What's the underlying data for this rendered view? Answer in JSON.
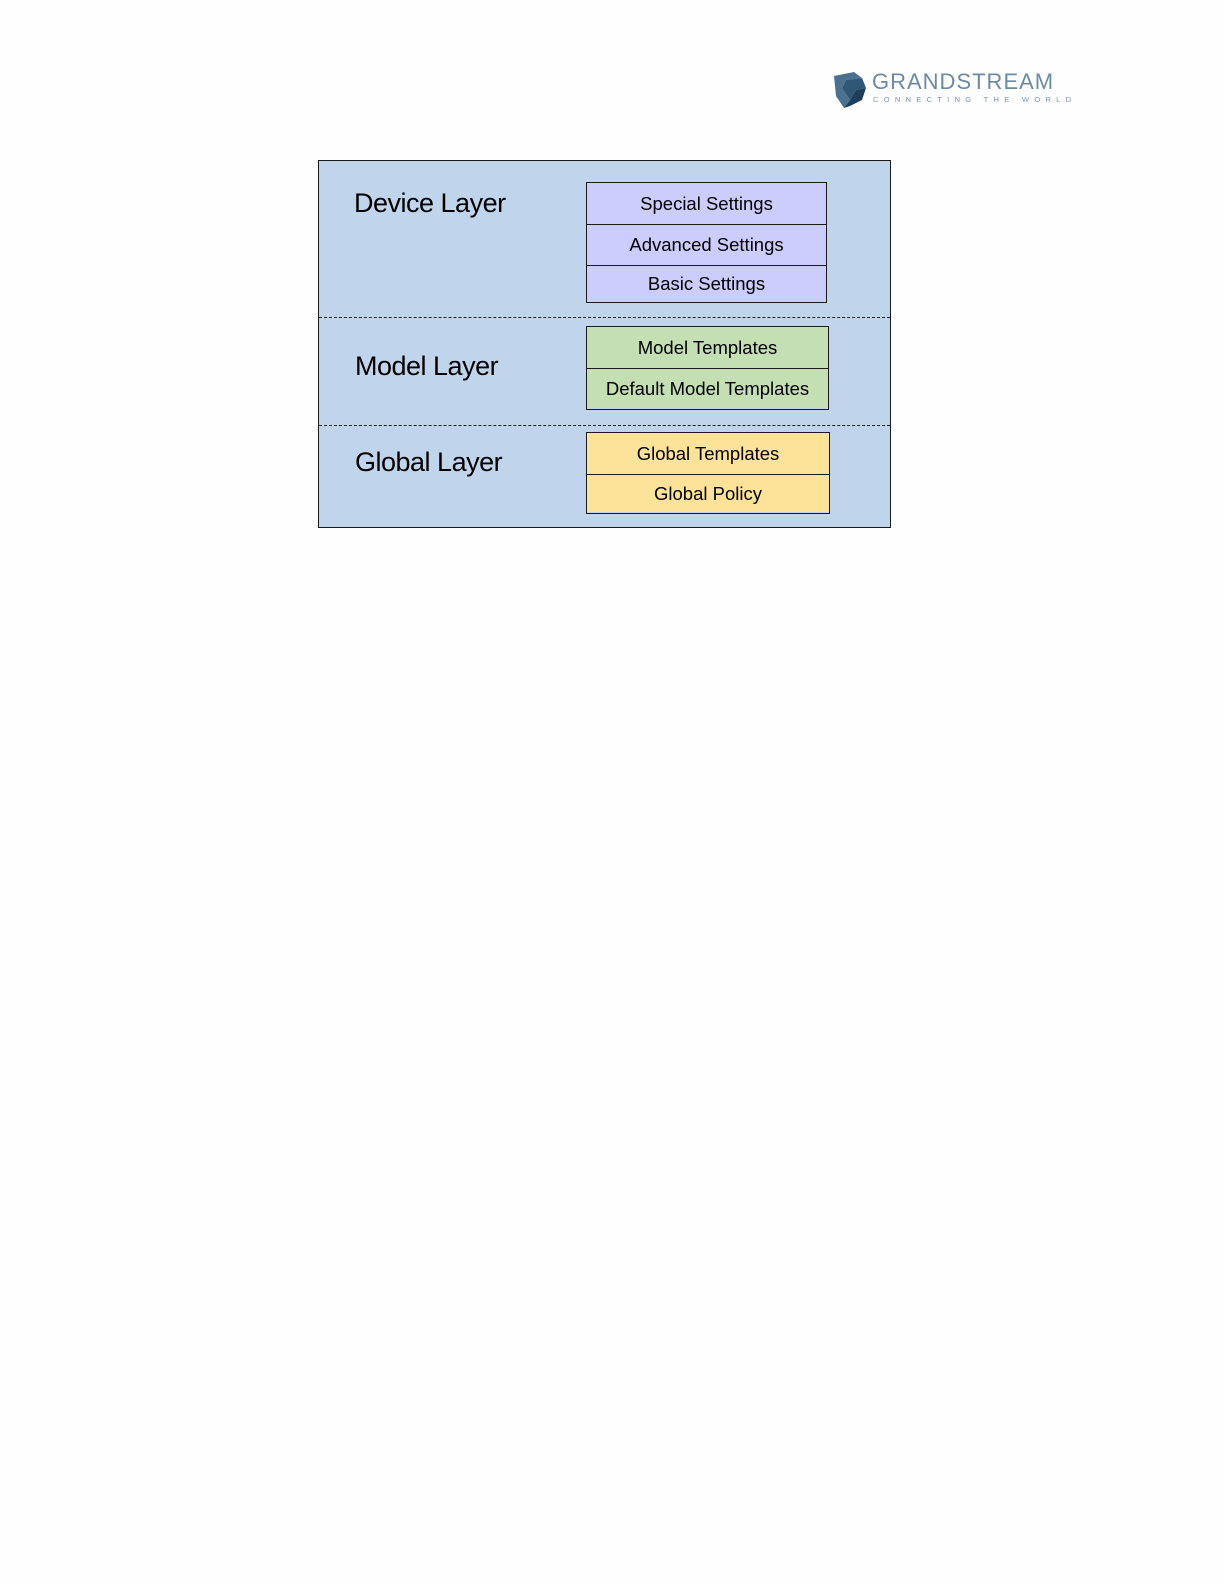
{
  "logo": {
    "name": "GRANDSTREAM",
    "tagline": "CONNECTING THE WORLD"
  },
  "diagram": {
    "layers": [
      {
        "label": "Device Layer",
        "color": "#cccdfc",
        "items": [
          "Special Settings",
          "Advanced Settings",
          "Basic Settings"
        ]
      },
      {
        "label": "Model Layer",
        "color": "#c4dfb4",
        "items": [
          "Model Templates",
          "Default Model Templates"
        ]
      },
      {
        "label": "Global Layer",
        "color": "#fde29a",
        "items": [
          "Global Templates",
          "Global Policy"
        ]
      }
    ],
    "background_color": "#c0d5ec"
  }
}
